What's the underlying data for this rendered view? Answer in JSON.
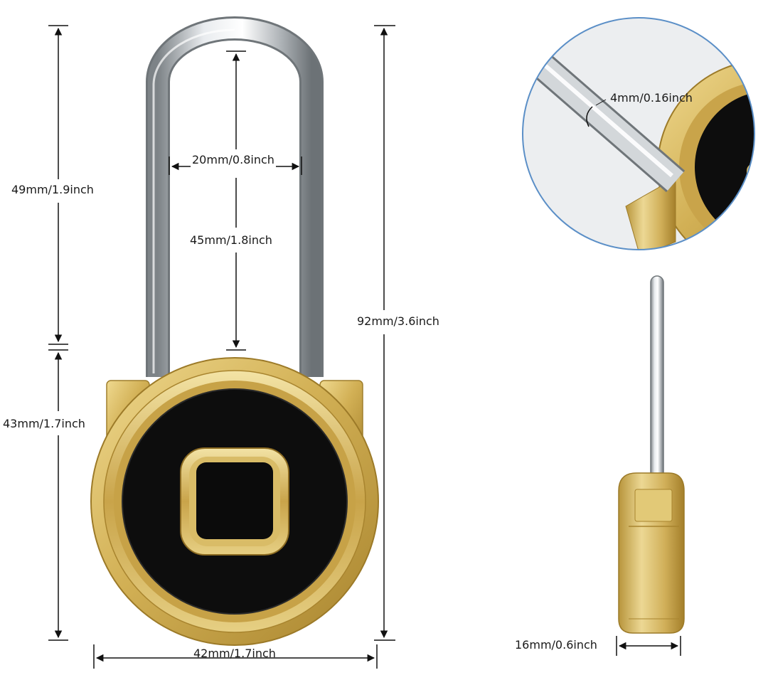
{
  "dimensions": {
    "shackle_height": "49mm/1.9inch",
    "shackle_inner_width": "20mm/0.8inch",
    "shackle_clearance": "45mm/1.8inch",
    "body_height": "43mm/1.7inch",
    "total_height": "92mm/3.6inch",
    "body_width": "42mm/1.7inch",
    "shackle_diameter": "4mm/0.16inch",
    "body_thickness": "16mm/0.6inch"
  },
  "colors": {
    "gold": "#d6b55a",
    "gold_dark": "#a8842e",
    "gold_light": "#f0dd9a",
    "black_face": "#0d0d0d",
    "steel": "#c8ccd0",
    "steel_dark": "#7d8387",
    "dimension_line": "#111111",
    "zoom_circle_border": "#5b8fc7",
    "zoom_circle_fill": "#eceef0"
  },
  "icons": [
    "fingerprint-sensor-icon"
  ]
}
